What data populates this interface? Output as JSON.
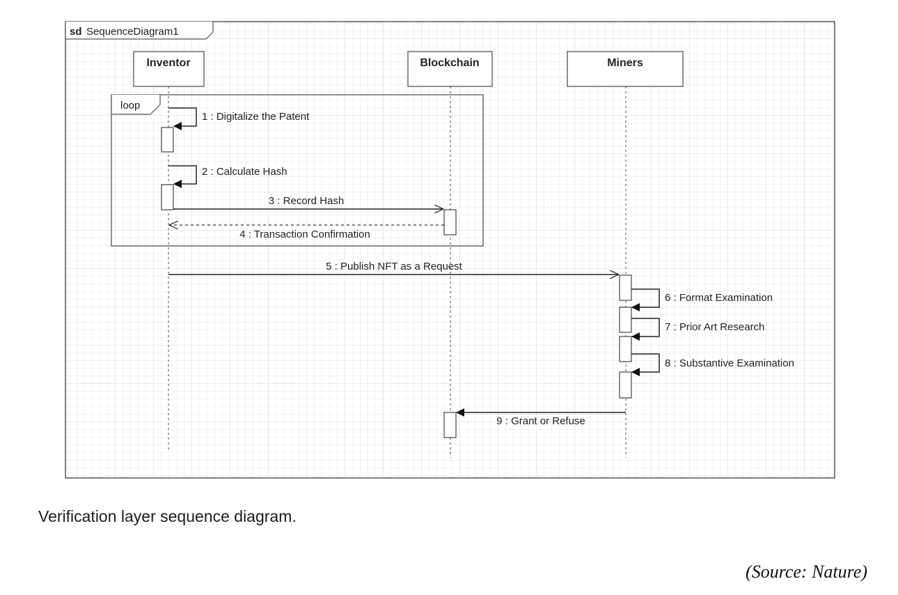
{
  "frame": {
    "keyword": "sd",
    "name": "SequenceDiagram1"
  },
  "lifelines": [
    {
      "id": "inventor",
      "label": "Inventor"
    },
    {
      "id": "blockchain",
      "label": "Blockchain"
    },
    {
      "id": "miners",
      "label": "Miners"
    }
  ],
  "fragment": {
    "operator": "loop"
  },
  "messages": [
    {
      "id": "m1",
      "text": "1 : Digitalize the Patent",
      "from": "inventor",
      "to": "inventor",
      "kind": "self"
    },
    {
      "id": "m2",
      "text": "2 : Calculate Hash",
      "from": "inventor",
      "to": "inventor",
      "kind": "self"
    },
    {
      "id": "m3",
      "text": "3 : Record Hash",
      "from": "inventor",
      "to": "blockchain",
      "kind": "async"
    },
    {
      "id": "m4",
      "text": "4 : Transaction Confirmation",
      "from": "blockchain",
      "to": "inventor",
      "kind": "reply"
    },
    {
      "id": "m5",
      "text": "5 : Publish NFT as a Request",
      "from": "inventor",
      "to": "miners",
      "kind": "async"
    },
    {
      "id": "m6",
      "text": "6 : Format Examination",
      "from": "miners",
      "to": "miners",
      "kind": "self"
    },
    {
      "id": "m7",
      "text": "7 : Prior Art Research",
      "from": "miners",
      "to": "miners",
      "kind": "self"
    },
    {
      "id": "m8",
      "text": "8 : Substantive Examination",
      "from": "miners",
      "to": "miners",
      "kind": "self"
    },
    {
      "id": "m9",
      "text": "9 : Grant or Refuse",
      "from": "miners",
      "to": "blockchain",
      "kind": "sync"
    }
  ],
  "caption": "Verification layer sequence diagram.",
  "source": "(Source: Nature)"
}
